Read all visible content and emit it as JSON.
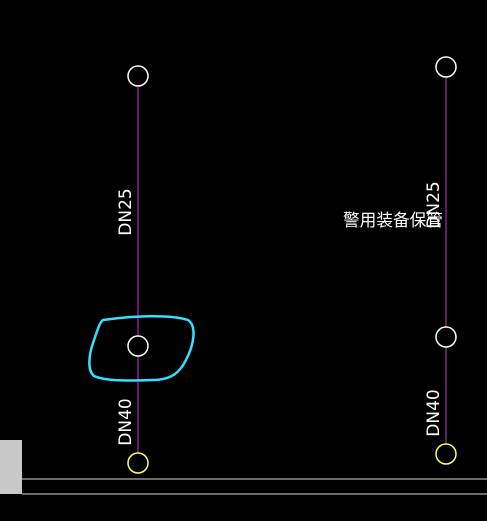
{
  "colors": {
    "background": "#000000",
    "pipe_line": "#cc33cc",
    "node_circle": "#ffffff",
    "endpoint_circle": "#ffff66",
    "markup_highlight": "#33e0ff",
    "text": "#ffffff",
    "bottom_line": "#d9d9d9",
    "left_block": "#c8c8c8"
  },
  "pipes": {
    "left": {
      "upper_label": "DN25",
      "lower_label": "DN40"
    },
    "right": {
      "upper_label": "DN25",
      "lower_label": "DN40",
      "annotation": "警用装备保管"
    }
  },
  "icons": {
    "node": "circle-node-icon",
    "endpoint": "circle-endpoint-icon",
    "markup": "freehand-highlight-icon"
  }
}
